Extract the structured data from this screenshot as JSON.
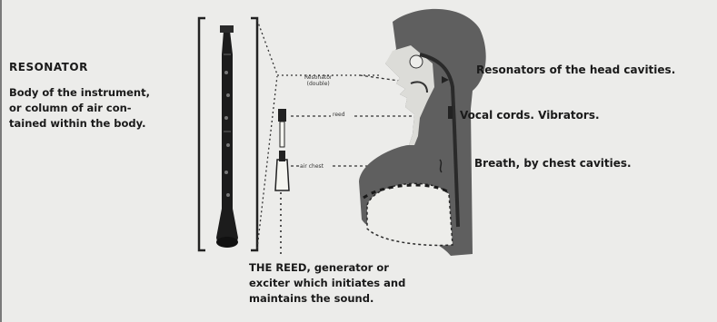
{
  "resonator": {
    "title": "RESONATOR",
    "lines": [
      "Body of the instrument,",
      "or column of air con-",
      "tained within the body."
    ]
  },
  "callouts": {
    "head": "Resonators of the head cavities.",
    "vocal": "Vocal cords. Vibrators.",
    "breath": "Breath, by chest cavities."
  },
  "small_labels": {
    "resonator": "Resonator",
    "resonator_sub": "(double)",
    "reed": "reed",
    "air_chest": "air chest"
  },
  "reed_caption": {
    "lines": [
      "THE REED, generator or",
      "exciter which initiates and",
      "maintains the sound."
    ]
  }
}
